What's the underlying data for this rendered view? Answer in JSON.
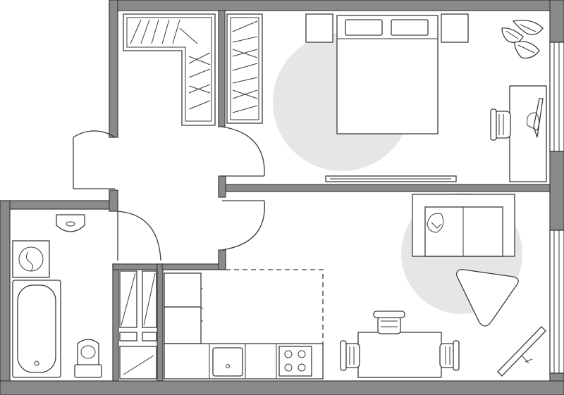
{
  "plan": {
    "watermark": "",
    "rooms": [
      "bedroom",
      "living-kitchen",
      "bathroom",
      "hallway",
      "wardrobe"
    ],
    "colors": {
      "wall_fill": "#8a8a8a",
      "line": "#3a3a3a",
      "zone_circle": "#e6e6e6",
      "background": "#ffffff"
    }
  }
}
